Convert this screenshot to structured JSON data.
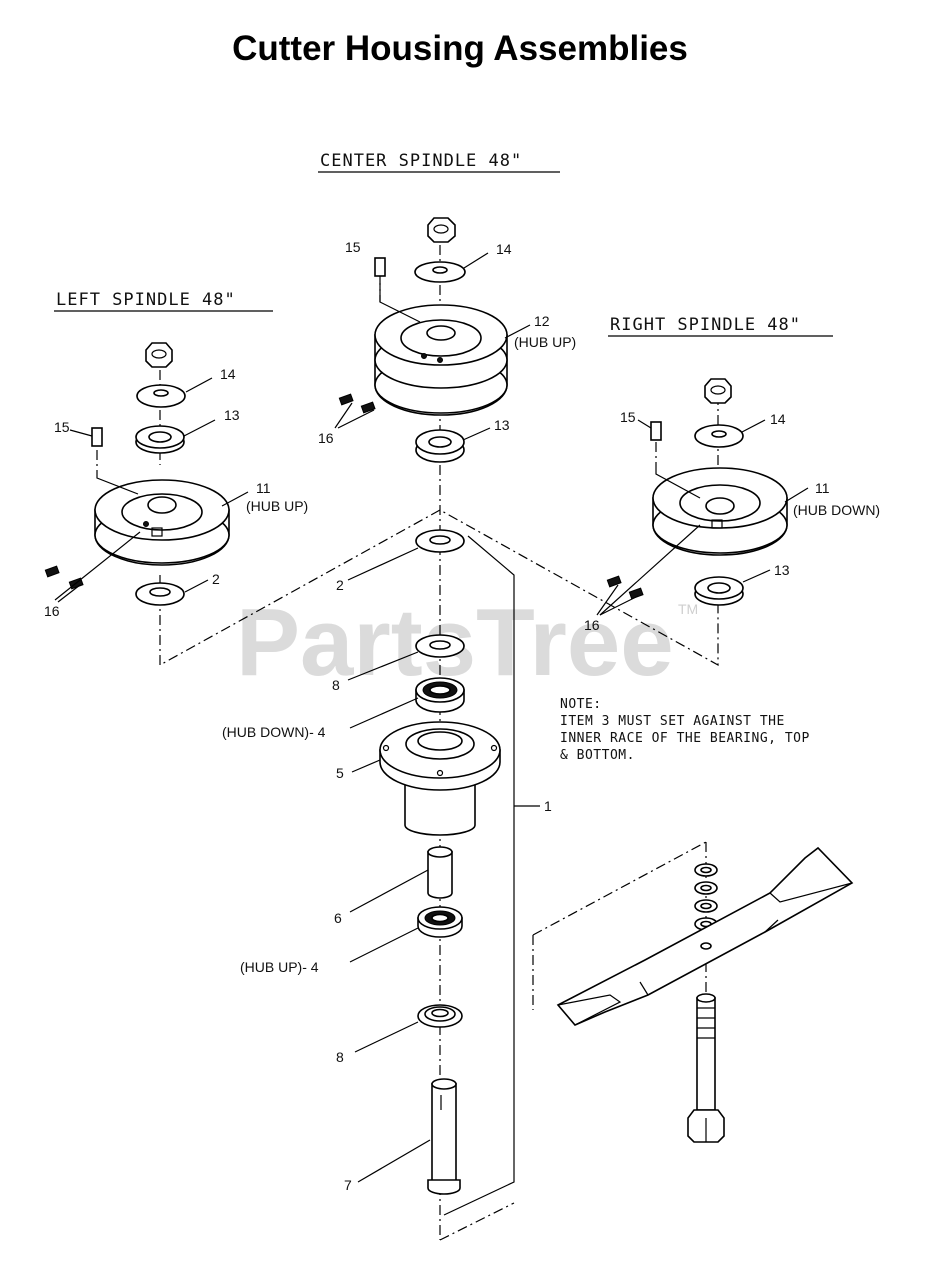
{
  "title": "Cutter Housing Assemblies",
  "sections": {
    "center": "CENTER SPINDLE 48\"",
    "left": "LEFT SPINDLE 48\"",
    "right": "RIGHT SPINDLE 48\""
  },
  "note": {
    "heading": "NOTE:",
    "lines": [
      "ITEM 3 MUST SET AGAINST THE",
      "INNER RACE OF THE BEARING, TOP",
      "& BOTTOM."
    ]
  },
  "watermark": {
    "text": "PartsTree",
    "tm": "TM"
  },
  "callouts": {
    "c_15": "15",
    "c_14": "14",
    "c_12": "12",
    "c_hub_up_12": "(HUB UP)",
    "c_16": "16",
    "c_13": "13",
    "c_2": "2",
    "c_8_top": "8",
    "c_4_hub_down": "(HUB DOWN)- 4",
    "c_5": "5",
    "c_1": "1",
    "c_6": "6",
    "c_4_hub_up": "(HUB UP)- 4",
    "c_8_bottom": "8",
    "c_7": "7",
    "l_14": "14",
    "l_13": "13",
    "l_15": "15",
    "l_11": "11",
    "l_hub_up": "(HUB UP)",
    "l_16": "16",
    "l_2": "2",
    "r_15": "15",
    "r_14": "14",
    "r_11": "11",
    "r_hub_down": "(HUB DOWN)",
    "r_13": "13",
    "r_16": "16"
  }
}
